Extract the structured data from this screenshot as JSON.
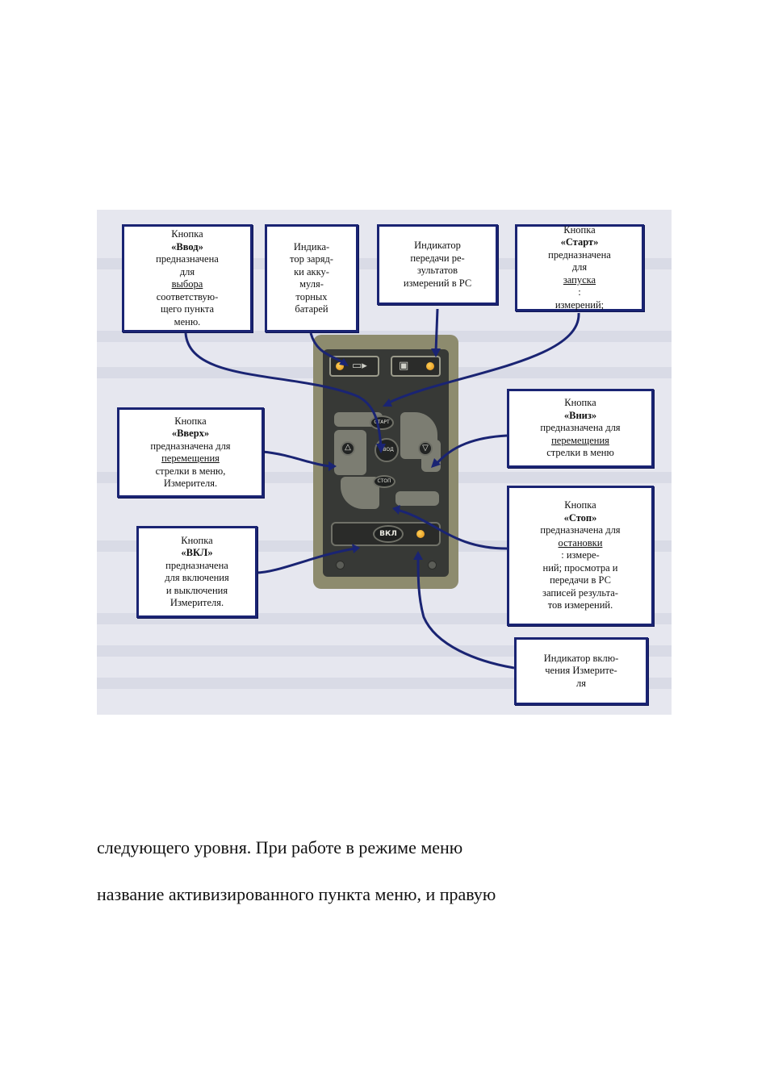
{
  "callouts": {
    "vvod": {
      "l1": "Кнопка ",
      "b1": "«Ввод»",
      "l2": "предназначена",
      "l3a": "для ",
      "l3u": "выбора",
      "l4": "соответствую-",
      "l5": "щего пункта",
      "l6": "меню."
    },
    "battery": {
      "l1": "Индика-",
      "l2": "тор заряд-",
      "l3": "ки акку-",
      "l4": "муля-",
      "l5": "торных",
      "l6": "батарей"
    },
    "transfer": {
      "l1": "Индикатор",
      "l2": "передачи ре-",
      "l3": "зультатов",
      "l4": "измерений в РС"
    },
    "start": {
      "l1": "Кнопка ",
      "b1": "«Старт»",
      "l2": "предназначена",
      "l3a": "для ",
      "l3u": "запуска",
      "l3b": ":",
      "l4": "измерений;"
    },
    "up": {
      "l1": "Кнопка ",
      "b1": "«Вверх»",
      "l2": "предназначена для",
      "l3u": "перемещения",
      "l4": "стрелки в меню,",
      "l5": "Измерителя."
    },
    "down": {
      "l1": "Кнопка ",
      "b1": "«Вниз»",
      "l2": "предназначена для",
      "l3u": "перемещения",
      "l4": "стрелки в меню"
    },
    "vkl": {
      "l1": "Кнопка ",
      "b1": "«ВКЛ»",
      "l2": "предназначена",
      "l3": "для включения",
      "l4": "и выключения",
      "l5": "Измерителя."
    },
    "stop": {
      "l1": "Кнопка ",
      "b1": "«Стоп»",
      "l2": "предназначена для",
      "l3u": "остановки",
      "l3b": ": измере-",
      "l4": "ний; просмотра и",
      "l5": "передачи в РС",
      "l6": "записей результа-",
      "l7": "тов измерений."
    },
    "power": {
      "l1": "Индикатор вклю-",
      "l2": "чения Измерите-",
      "l3": "ля"
    }
  },
  "device": {
    "start_label": "СТАРТ",
    "enter_label": "ВВОД",
    "stop_label": "СТОП",
    "power_label": "ВКЛ"
  },
  "text": {
    "line1": "следующего уровня. При работе в режиме меню",
    "line2": "название активизированного пункта меню, и правую"
  },
  "colors": {
    "callout_border": "#1a2473",
    "leader_line": "#1a2473",
    "led": "#f0a020"
  }
}
